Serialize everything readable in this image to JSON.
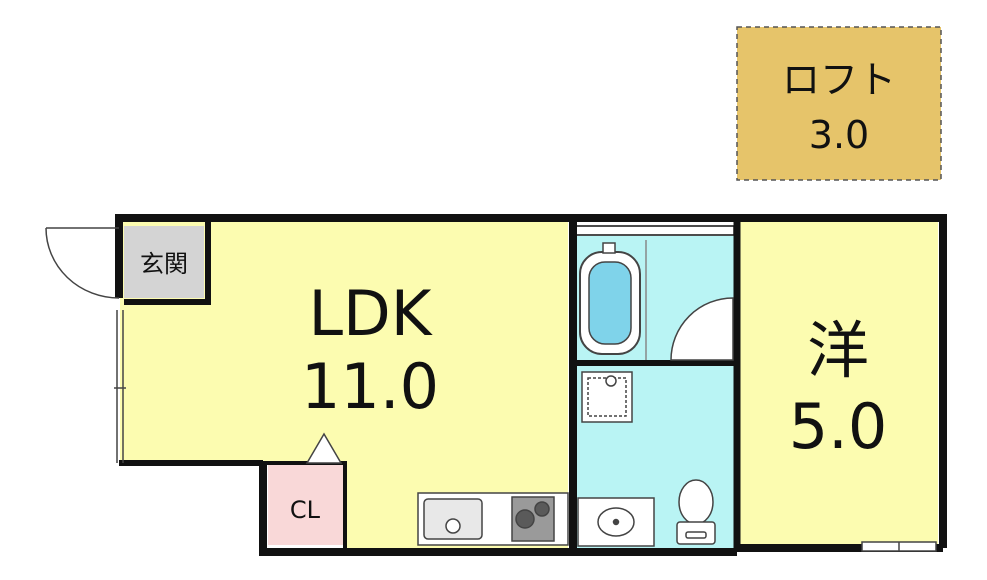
{
  "rooms": {
    "loft": {
      "name": "ロフト",
      "size": "3.0",
      "color": "#e6c46a"
    },
    "ldk": {
      "name": "LDK",
      "size": "11.0",
      "color": "#fcfcb0"
    },
    "western": {
      "name": "洋",
      "size": "5.0",
      "color": "#fcfcb0"
    },
    "entrance": {
      "name": "玄関",
      "color": "#d4d4d4"
    },
    "closet": {
      "name": "CL",
      "color": "#f9d8d8"
    }
  },
  "colors": {
    "wall": "#111111",
    "wet_area": "#b9f4f4",
    "bathtub": "#7fd3ea",
    "appliance": "#e8e8e8"
  }
}
